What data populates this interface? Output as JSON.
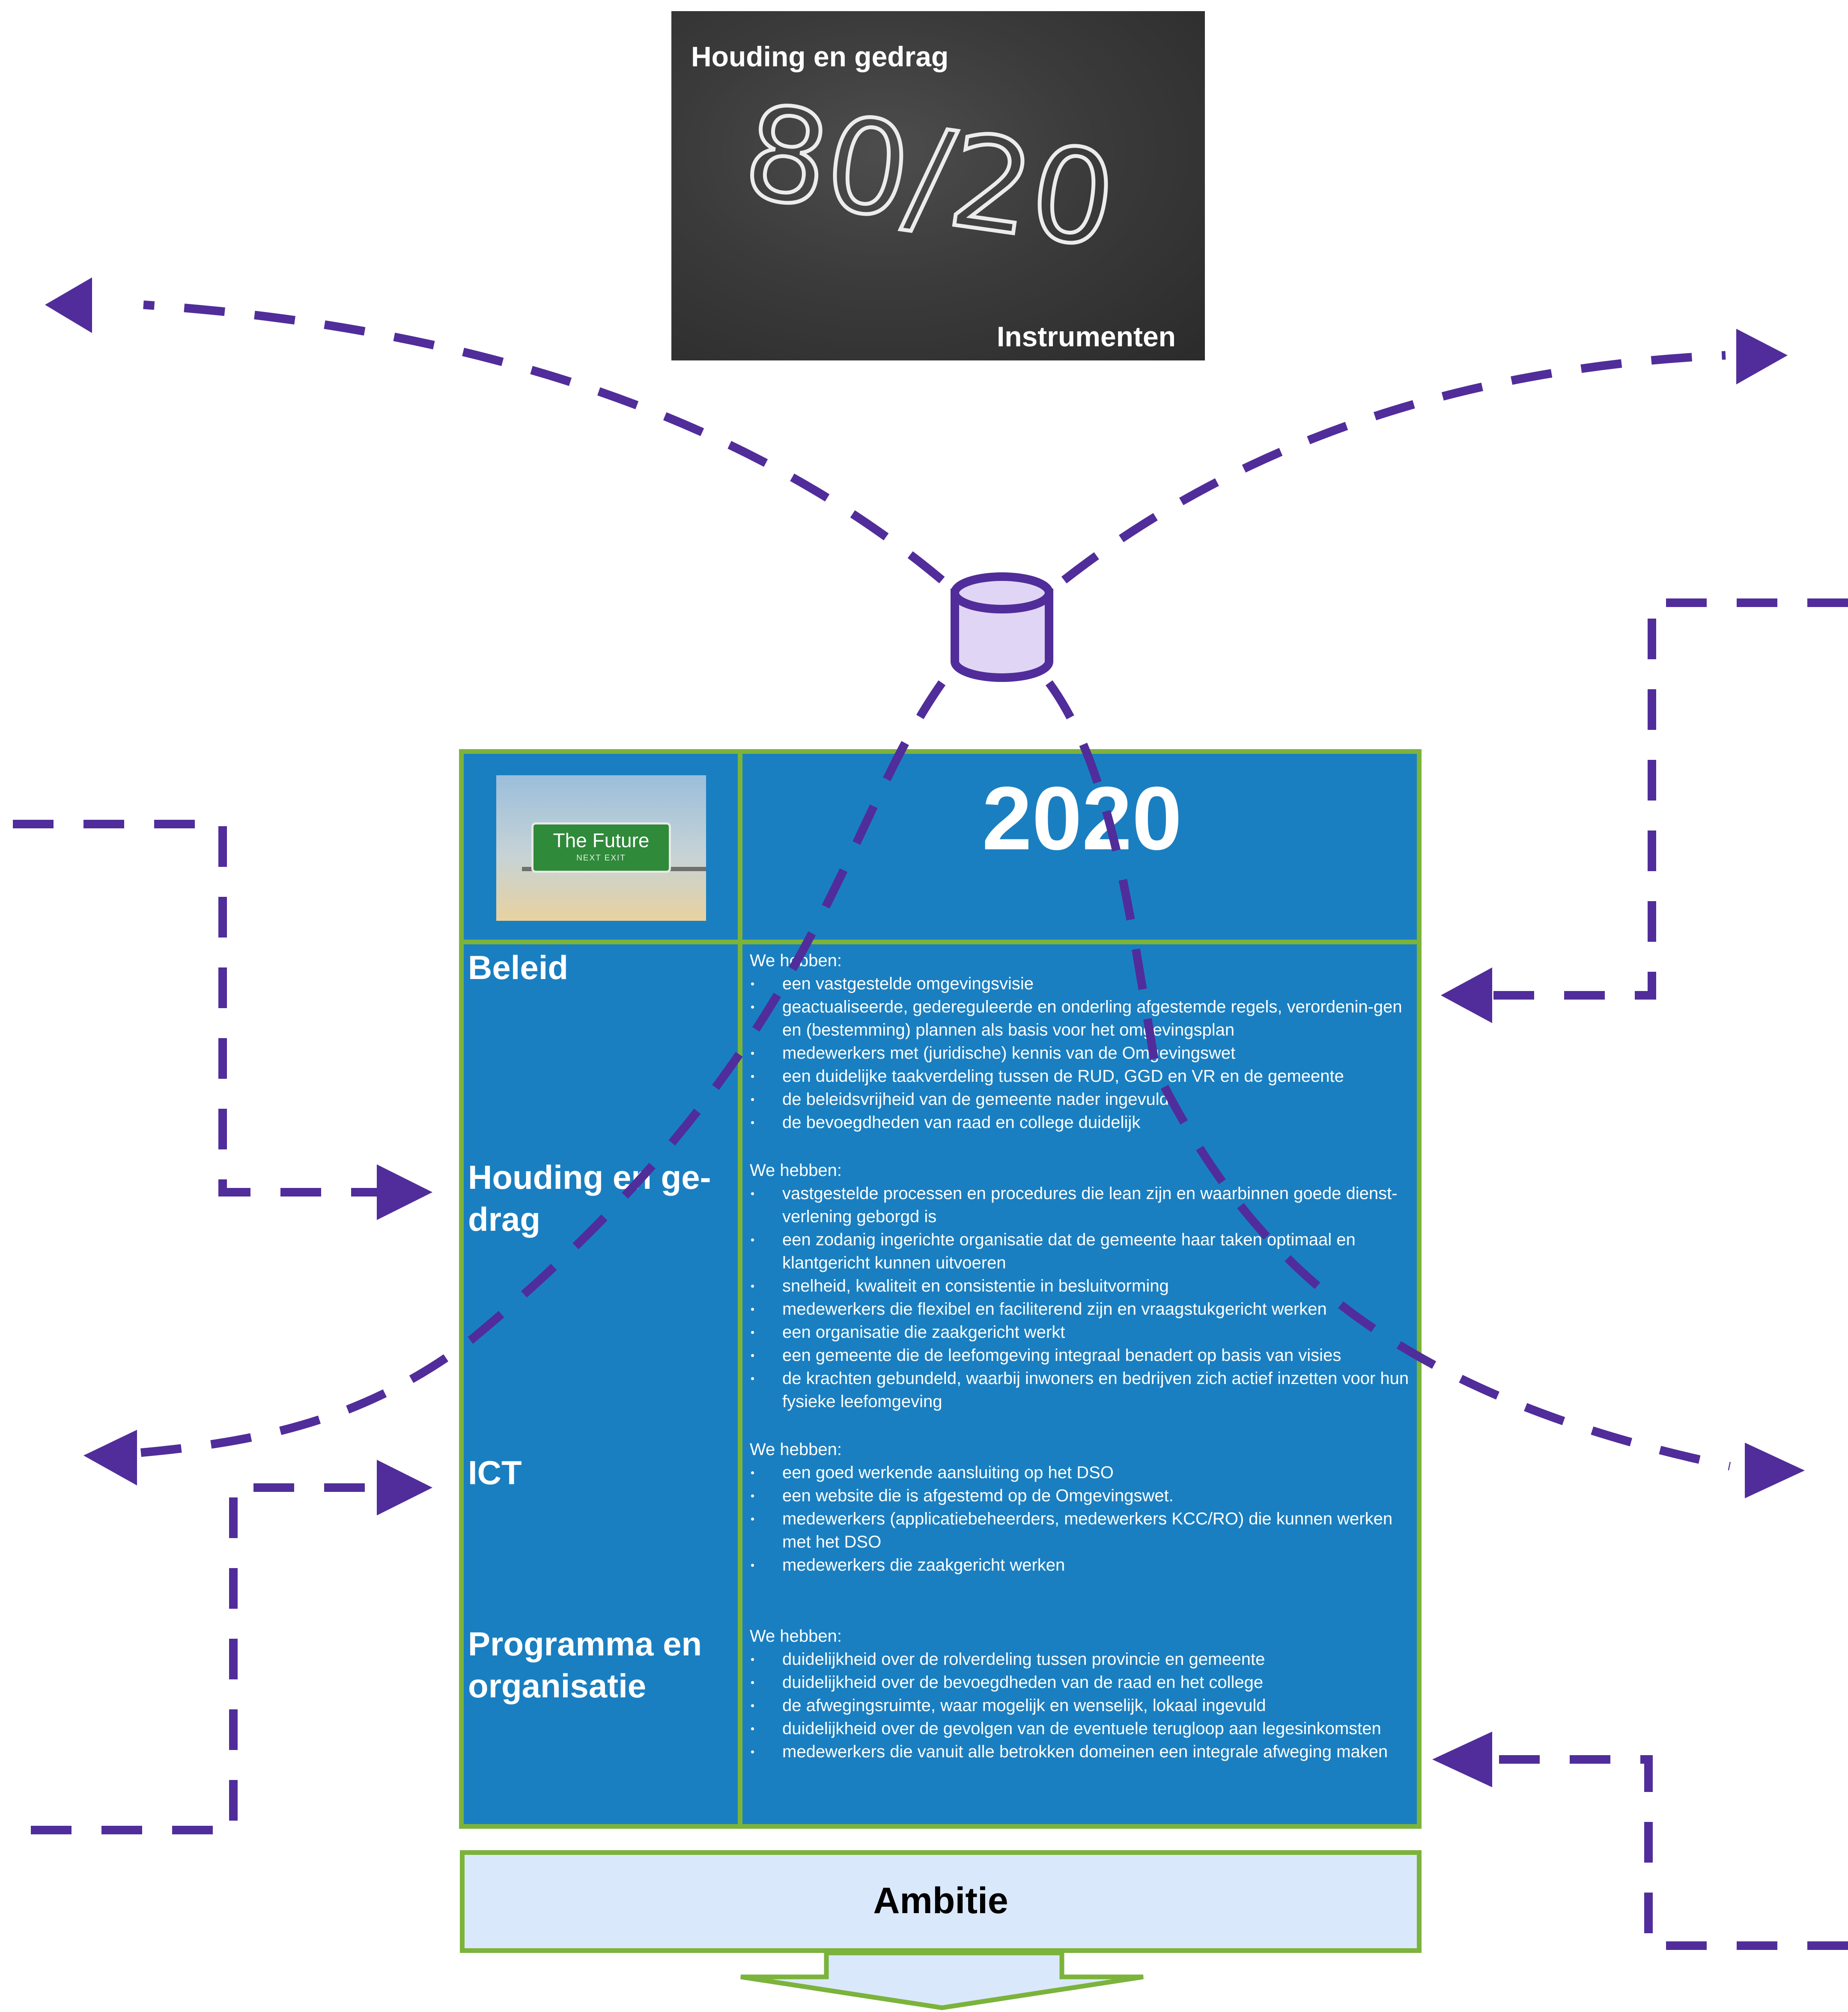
{
  "chalkboard": {
    "top_label": "Houding en gedrag",
    "ratio": "80/20",
    "bottom_label": "Instrumenten"
  },
  "header": {
    "image_sign_title": "The Future",
    "image_sign_sub": "NEXT EXIT",
    "year": "2020"
  },
  "sections": [
    {
      "label": "Beleid",
      "intro": "We hebben:",
      "items": [
        "een vastgestelde omgevingsvisie",
        "geactualiseerde, gedereguleerde en onderling afgestemde regels, verordenin-gen en (bestemming) plannen als basis voor het omgevingsplan",
        "medewerkers met (juridische) kennis van de Omgevingswet",
        "een duidelijke taakverdeling tussen de RUD, GGD en VR en de gemeente",
        "de beleidsvrijheid van de gemeente nader ingevuld",
        "de bevoegdheden van raad en college duidelijk"
      ]
    },
    {
      "label": "Houding en ge-drag",
      "intro": "We hebben:",
      "items": [
        "vastgestelde processen en procedures die lean zijn en waarbinnen goede dienst-verlening geborgd is",
        "een zodanig ingerichte organisatie dat de gemeente haar taken optimaal en klantgericht kunnen uitvoeren",
        "snelheid, kwaliteit en consistentie in besluitvorming",
        "medewerkers die flexibel en faciliterend zijn en vraagstukgericht werken",
        "een organisatie die zaakgericht werkt",
        "een gemeente die de leefomgeving integraal benadert op basis van visies",
        "de krachten gebundeld, waarbij inwoners en bedrijven zich actief inzetten voor hun fysieke leefomgeving"
      ]
    },
    {
      "label": "ICT",
      "intro": "We hebben:",
      "items": [
        "een goed werkende aansluiting op het DSO",
        "een website die is afgestemd op de Omgevingswet.",
        "medewerkers (applicatiebeheerders, medewerkers KCC/RO) die kunnen werken met het DSO",
        "medewerkers die zaakgericht werken"
      ]
    },
    {
      "label": "Programma en organisatie",
      "intro": "We hebben:",
      "items": [
        "duidelijkheid over de rolverdeling tussen provincie en gemeente",
        "duidelijkheid over de bevoegdheden van de raad en het college",
        "de afwegingsruimte, waar mogelijk en wenselijk, lokaal ingevuld",
        "duidelijkheid over de gevolgen van de eventuele terugloop aan legesinkomsten",
        "medewerkers die vanuit alle betrokken domeinen een integrale afweging maken"
      ]
    }
  ],
  "ambition": {
    "label": "Ambitie"
  },
  "colors": {
    "connector": "#502d9a",
    "table_fill": "#1a7fc1",
    "border_green": "#7bb33b",
    "ambition_fill": "#dae8fc",
    "cylinder_fill": "#e1d5f5"
  }
}
